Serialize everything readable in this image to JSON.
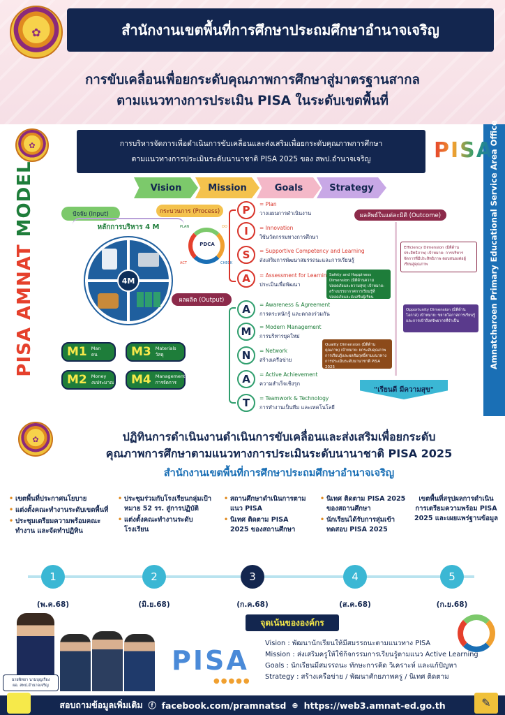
{
  "header": {
    "office_title": "สำนักงานเขตพื้นที่การศึกษาประถมศึกษาอำนาจเจริญ",
    "subtitle_line1": "การขับเคลื่อนเพื่อยกระดับคุณภาพการศึกษาสู่มาตรฐานสากล",
    "subtitle_line2": "ตามแนวทางการประเมิน PISA ในระดับเขตพื้นที่"
  },
  "model": {
    "vertical_left_a": "PISA AMNAT ",
    "vertical_left_b": "MODEL",
    "vertical_right": "Amnatcharoen Primary Educational Service Area Office",
    "banner_line1": "การบริหารจัดการเพื่อดำเนินการขับเคลื่อนและส่งเสริมเพื่อยกระดับคุณภาพการศึกษา",
    "banner_line2": "ตามแนวทางการประเมินระดับนานาชาติ PISA 2025 ของ สพป.อำนาจเจริญ",
    "pisa_logo": "PISA",
    "chevrons": [
      "Vision",
      "Mission",
      "Goals",
      "Strategy"
    ],
    "input_label": "ปัจจัย (Input)",
    "process_label": "กระบวนการ (Process)",
    "output_label": "ผลผลิต (Output)",
    "outcome_label": "ผลลัพธ์ในแต่ละมิติ (Outcome)",
    "principle_label": "หลักการบริหาร 4 M",
    "wheel_center": "4M",
    "pdca_center": "PDCA",
    "pdca_labels": [
      "PLAN",
      "DO",
      "CHECK",
      "ACT"
    ],
    "m_boxes": [
      {
        "code": "M1",
        "en": "Man",
        "th": "คน"
      },
      {
        "code": "M3",
        "en": "Materials",
        "th": "วัสดุ"
      },
      {
        "code": "M2",
        "en": "Money",
        "th": "งบประมาณ"
      },
      {
        "code": "M4",
        "en": "Management",
        "th": "การจัดการ"
      }
    ],
    "pisa_items": [
      {
        "letter": "P",
        "title": "= Plan",
        "desc": "วางแผนการดำเนินงาน"
      },
      {
        "letter": "I",
        "title": "= Innovation",
        "desc": "ใช้นวัตกรรมทางการศึกษา"
      },
      {
        "letter": "S",
        "title": "= Supportive Competency and Learning",
        "desc": "ส่งเสริมการพัฒนาสมรรถนะและการเรียนรู้"
      },
      {
        "letter": "A",
        "title": "= Assessment for Learning",
        "desc": "ประเมินเพื่อพัฒนา"
      }
    ],
    "amnat_items": [
      {
        "letter": "A",
        "title": "= Awareness & Agreement",
        "desc": "การตระหนักรู้ และตกลงร่วมกัน"
      },
      {
        "letter": "M",
        "title": "= Modern Management",
        "desc": "การบริหารยุคใหม่"
      },
      {
        "letter": "N",
        "title": "= Network",
        "desc": "สร้างเครือข่าย"
      },
      {
        "letter": "A",
        "title": "= Active Achievement",
        "desc": "ความสำเร็จเชิงรุก"
      },
      {
        "letter": "T",
        "title": "= Teamwork & Technology",
        "desc": "การทำงานเป็นทีม และเทคโนโลยี"
      }
    ],
    "outcome_boxes": {
      "efficiency": "Efficiency Dimension (มิติด้านประสิทธิภาพ) เป้าหมาย: การบริหารจัดการที่มีประสิทธิภาพ ตอบสนองต่อผู้เรียนสู่คุณภาพ",
      "safety": "Safety and Happiness Dimension (มิติด้านความปลอดภัยและความสุข) เป้าหมาย: สร้างบรรยากาศการเรียนรู้ที่ปลอดภัยและส่งเสริมผู้เรียน",
      "opportunity": "Opportunity Dimension (มิติด้านโอกาส) เป้าหมาย: ขยายโอกาสการเรียนรู้และการเข้าถึงทรัพยากรที่จำเป็น",
      "quality": "Quality Dimension (มิติด้านคุณภาพ) เป้าหมาย: ยกระดับคุณภาพการเรียนรู้และผลสัมฤทธิ์ตามแนวทางการประเมินระดับนานาชาติ PISA 2025"
    },
    "happy_learning": "\"เรียนดี มีความสุข\""
  },
  "section3": {
    "title_line1": "ปฏิทินการดำเนินงานดำเนินการขับเคลื่อนและส่งเสริมเพื่อยกระดับ",
    "title_line2": "คุณภาพการศึกษาตามแนวทางการประเมินระดับนานาชาติ PISA 2025",
    "subtitle": "สำนักงานเขตพื้นที่การศึกษาประถมศึกษาอำนาจเจริญ",
    "columns": [
      [
        "เขตพื้นที่ประกาศนโยบาย",
        "แต่งตั้งคณะทำงานระดับเขตพื้นที่",
        "ประชุมเตรียมความพร้อมคณะทำงาน และจัดทำปฏิทิน"
      ],
      [
        "ประชุมร่วมกับโรงเรียนกลุ่มเป้าหมาย 52 รร. สู่การปฏิบัติ",
        "แต่งตั้งคณะทำงานระดับโรงเรียน"
      ],
      [
        "สถานศึกษาดำเนินการตามแนว PISA",
        "นิเทศ ติดตาม PISA 2025 ของสถานศึกษา"
      ],
      [
        "นิเทศ ติดตาม PISA 2025 ของสถานศึกษา",
        "นักเรียนได้รับการสุ่มเข้าทดสอบ PISA 2025"
      ],
      [
        "เขตพื้นที่สรุปผลการดำเนินการเตรียมความพร้อม PISA 2025 และเผยแพร่ฐานข้อมูล"
      ]
    ],
    "steps": [
      "1",
      "2",
      "3",
      "4",
      "5"
    ],
    "months": [
      "(พ.ค.68)",
      "(มิ.ย.68)",
      "(ก.ค.68)",
      "(ส.ค.68)",
      "(ก.ย.68)"
    ],
    "focus_title": "จุดเน้นขององค์กร",
    "focus_lines": [
      "Vision : พัฒนานักเรียนให้มีสมรรถนะตามแนวทาง PISA",
      "Mission : ส่งเสริมครูให้ใช้กิจกรรมการเรียนรู้ตามแนว Active Learning",
      "Goals : นักเรียนมีสมรรถนะ ทักษะการคิด วิเคราะห์ และแก้ปัญหา",
      "Strategy : สร้างเครือข่าย / พัฒนาศักยภาพครู / นิเทศ ติดตาม"
    ],
    "pisa_big": "PISA",
    "director_line1": "นายพิทยา นามบุญเรือง",
    "director_line2": "ผอ. สพป.อำนาจเจริญ"
  },
  "footer": {
    "contact": "สอบถามข้อมูลเพิ่มเติม",
    "facebook": "facebook.com/pramnatsd",
    "website": "https://web3.amnat-ed.go.th"
  },
  "colors": {
    "navy": "#13264f",
    "red": "#d8342a",
    "green": "#1e7d3a",
    "blue": "#1a6fb5",
    "teal": "#3bb7d4"
  }
}
